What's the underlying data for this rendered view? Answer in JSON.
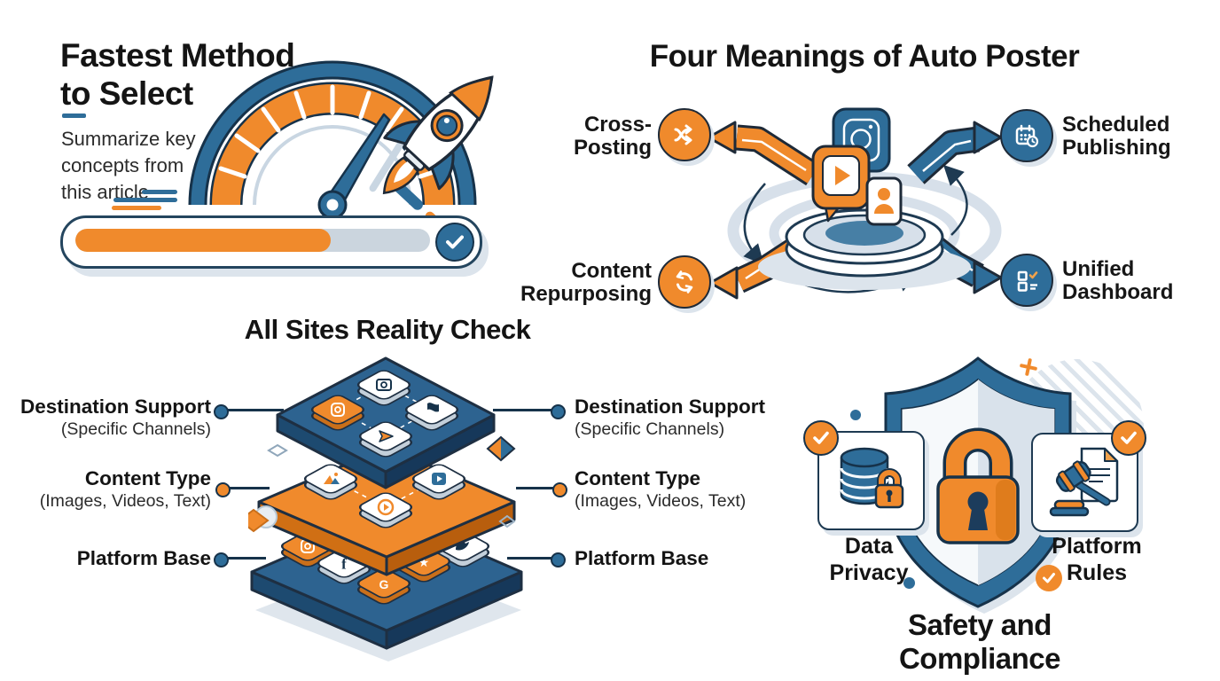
{
  "palette": {
    "orange": "#F08A2C",
    "orange_dark": "#C96F1A",
    "blue": "#2E6D99",
    "blue_dark": "#1F4E73",
    "outline_navy": "#16324A",
    "light_blue": "#D7E0EA",
    "shadow": "#DCE4EC",
    "ink": "#141414"
  },
  "fastest_method": {
    "title": "Fastest Method\nto Select",
    "subtitle": "Summarize key\nconcepts from\nthis article",
    "progress_percent": 72,
    "icons": [
      "speedometer-gauge",
      "rocket",
      "speed-lines",
      "progress-bar",
      "check-circle"
    ]
  },
  "auto_poster": {
    "title": "Four Meanings of Auto Poster",
    "hub_icons": [
      "instagram-app",
      "video-bubble",
      "photo-card",
      "platform-disc"
    ],
    "nodes": [
      {
        "label": "Cross-\nPosting",
        "icon": "shuffle-arrows",
        "color": "#F08A2C",
        "side": "left"
      },
      {
        "label": "Scheduled\nPublishing",
        "icon": "calendar-clock",
        "color": "#2E6D99",
        "side": "right"
      },
      {
        "label": "Content\nRepurposing",
        "icon": "refresh-cycle",
        "color": "#F08A2C",
        "side": "left"
      },
      {
        "label": "Unified\nDashboard",
        "icon": "dashboard-checklist",
        "color": "#2E6D99",
        "side": "right"
      }
    ]
  },
  "reality_check": {
    "title": "All Sites Reality Check",
    "layers": [
      {
        "label": "Destination Support",
        "sublabel": "(Specific Channels)",
        "color": "#2E6D99"
      },
      {
        "label": "Content Type",
        "sublabel": "(Images, Videos, Text)",
        "color": "#F08A2C"
      },
      {
        "label": "Platform Base",
        "sublabel": "",
        "color": "#2E6D99"
      }
    ],
    "stack_icons": [
      "camera",
      "instagram",
      "send-plane",
      "flag",
      "image",
      "video",
      "play-circle",
      "facebook-f",
      "twitter-bird",
      "star",
      "g-letter"
    ]
  },
  "safety": {
    "title": "Safety and Compliance",
    "center_icon": "shield-padlock",
    "items": [
      {
        "label": "Data\nPrivacy",
        "icon": "database-lock",
        "badge": "check"
      },
      {
        "label": "Platform\nRules",
        "icon": "gavel-document",
        "badge": "check"
      }
    ]
  }
}
